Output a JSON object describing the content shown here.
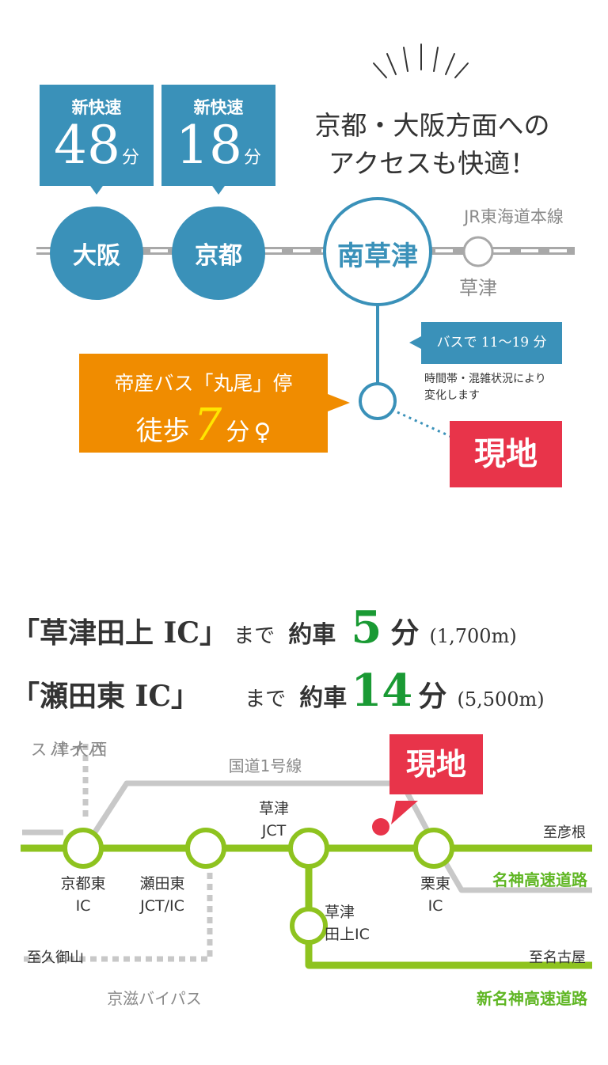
{
  "train": {
    "osaka": {
      "service": "新快速",
      "minutes": "48",
      "unit": "分",
      "station": "大阪"
    },
    "kyoto": {
      "service": "新快速",
      "minutes": "18",
      "unit": "分",
      "station": "京都"
    },
    "tagline1": "京都・大阪方面への",
    "tagline2": "アクセスも快適！",
    "main_station": "南草津",
    "line_name": "JR東海道本線",
    "kusatsu": "草津",
    "bus_label": "バスで 11〜19 分",
    "bus_note1": "時間帯・混雑状況により",
    "bus_note2": "変化します",
    "stop_name": "帝産バス「丸尾」停",
    "walk_prefix": "徒歩",
    "walk_minutes": "7",
    "walk_unit": "分",
    "site": "現地"
  },
  "car": {
    "line1": {
      "ic": "「草津田上 IC」",
      "made": "まで",
      "yaku": "約車",
      "minutes": "5",
      "unit": "分",
      "dist": "(1,700m)"
    },
    "line2": {
      "ic": "「瀬田東 IC」",
      "made": "まで",
      "yaku": "約車",
      "minutes": "14",
      "unit": "分",
      "dist": "(5,500m)"
    }
  },
  "map": {
    "nishi_otsu": [
      "西大津",
      "バイパス"
    ],
    "route1": "国道1号線",
    "site": "現地",
    "kyoto_higashi": [
      "京都東",
      "IC"
    ],
    "seta_higashi": [
      "瀬田東",
      "JCT/IC"
    ],
    "kusatsu_jct": [
      "草津",
      "JCT"
    ],
    "ritto": [
      "栗東",
      "IC"
    ],
    "kusatsu_tanakami": [
      "草津",
      "田上IC"
    ],
    "hikone": "至彦根",
    "meishin": "名神高速道路",
    "kumiyama": "至久御山",
    "nagoya": "至名古屋",
    "keiji": "京滋バイパス",
    "shin_meishin": "新名神高速道路"
  },
  "colors": {
    "blue": "#3a91b9",
    "orange": "#f08c00",
    "red": "#e8344a",
    "green": "#8ec31f",
    "gray": "#c8c8c8",
    "yellow": "#ffe600"
  }
}
